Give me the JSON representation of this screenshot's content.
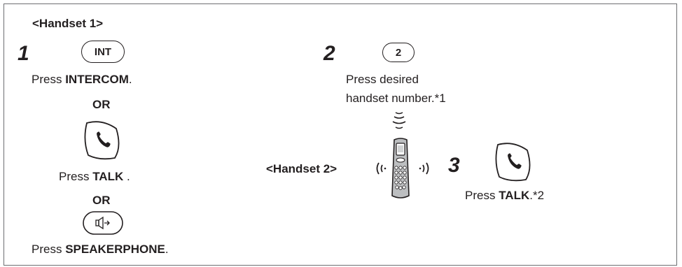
{
  "left": {
    "title": "<Handset 1>",
    "step_number": "1",
    "int_button_label": "INT",
    "press_prefix": "Press ",
    "intercom": "INTERCOM",
    "intercom_suffix": ".",
    "or_1": "OR",
    "talk": "TALK",
    "talk_suffix": " .",
    "or_2": "OR",
    "speakerphone": "SPEAKERPHONE",
    "speakerphone_suffix": "."
  },
  "middle": {
    "step_number": "2",
    "number_button_label": "2",
    "line1": "Press desired",
    "line2": "handset number.*1",
    "handset2_label": "<Handset 2>"
  },
  "right": {
    "step_number": "3",
    "press_prefix": "Press ",
    "talk": "TALK",
    "talk_suffix": ".*2"
  },
  "icons": {
    "int_button": "intercom-button-icon",
    "number_button": "number-2-button-icon",
    "talk_button": "talk-button-icon",
    "speaker_button": "speakerphone-button-icon",
    "handset": "cordless-handset-icon",
    "ring_waves": "ringing-waves-icon"
  }
}
